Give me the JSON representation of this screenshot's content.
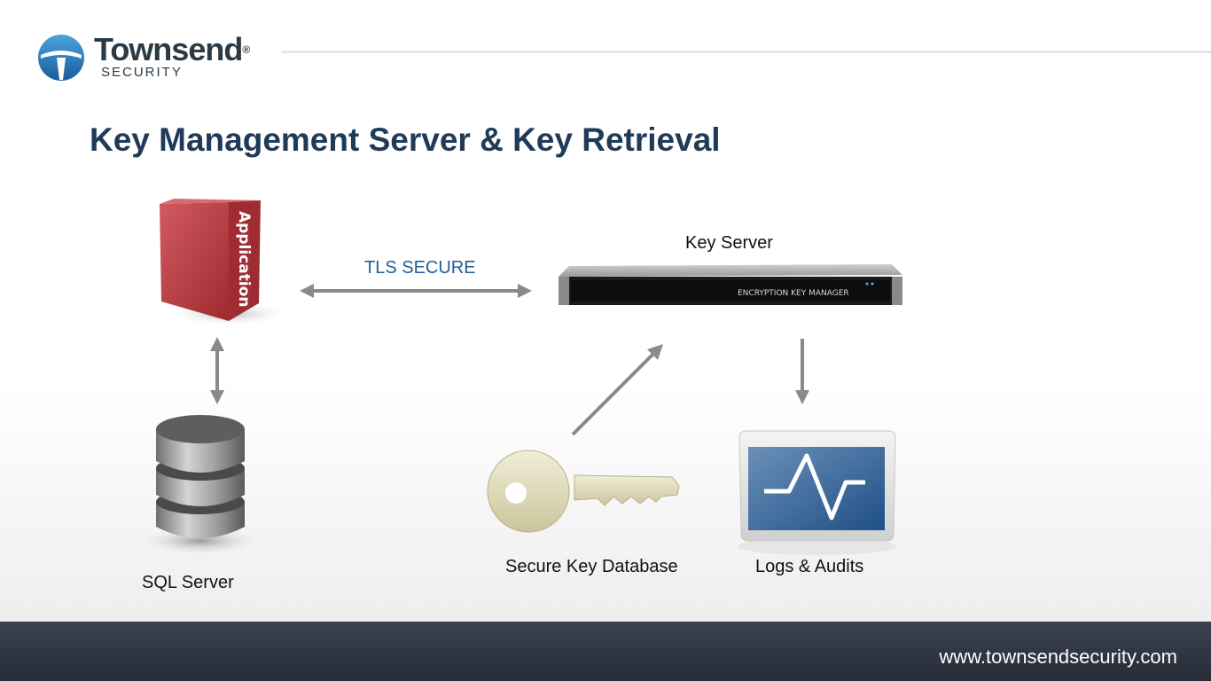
{
  "brand": {
    "name": "Townsend",
    "name_suffix": "®",
    "subtitle": "SECURITY"
  },
  "slide": {
    "title": "Key Management Server & Key Retrieval"
  },
  "diagram": {
    "application_box_text": "Application",
    "key_server_label": "Key Server",
    "key_server_faceplate": "ENCRYPTION KEY MANAGER",
    "connection_label": "TLS SECURE",
    "sql_server_label": "SQL Server",
    "key_database_label": "Secure Key Database",
    "logs_label": "Logs & Audits"
  },
  "footer": {
    "url": "www.townsendsecurity.com"
  },
  "colors": {
    "title": "#1f3b57",
    "tls_label": "#1f5e99",
    "arrow": "#8a8a8a",
    "application_box": "#b8333a",
    "footer": "#2e3440"
  }
}
